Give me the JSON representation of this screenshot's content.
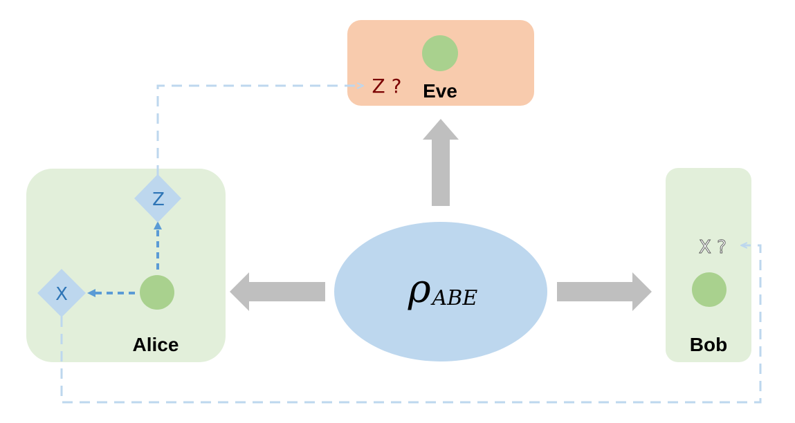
{
  "parties": {
    "alice": {
      "name": "Alice"
    },
    "bob": {
      "name": "Bob",
      "guess": "X ?"
    },
    "eve": {
      "name": "Eve",
      "guess": "Z ?"
    }
  },
  "state": {
    "symbol": "ρ",
    "subscript": "ABE"
  },
  "measurements": {
    "x_basis": "X",
    "z_basis": "Z"
  },
  "colors": {
    "party_box": "#e2efda",
    "eve_box": "#f8cbad",
    "qubit": "#a9d18e",
    "state_ellipse": "#bdd7ee",
    "diamond": "#bdd7ee",
    "diamond_text": "#2e75b6",
    "arrow": "#bfbfbf",
    "dashed_line": "#bdd7ee",
    "dashed_arrow": "#5b9bd5",
    "eve_guess_text": "#7a0000"
  }
}
